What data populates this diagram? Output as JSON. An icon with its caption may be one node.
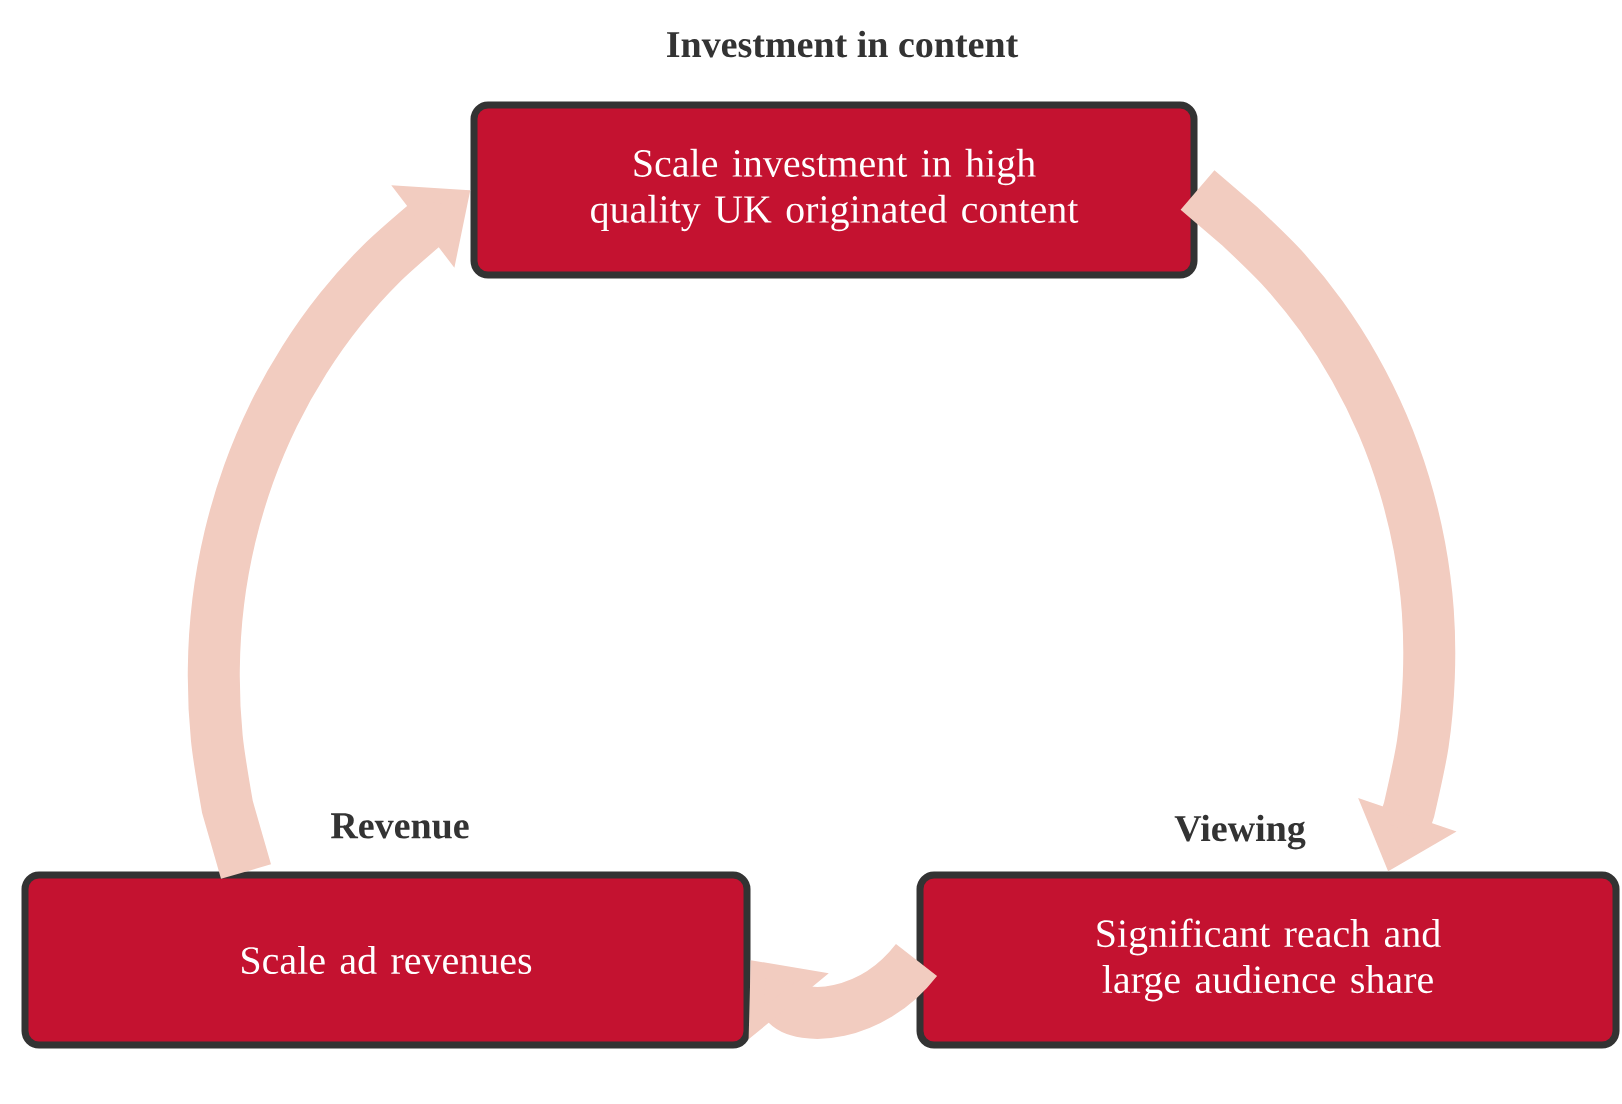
{
  "diagram": {
    "nodes": [
      {
        "text": [
          "Investment in content",
          "Scale investment in high quality UK originated content"
        ]
      },
      {
        "text": [
          "Viewing",
          "Significant reach and large audience share"
        ]
      },
      {
        "text": [
          "Revenue",
          "Scale ad revenues"
        ]
      }
    ],
    "edges": [
      {
        "from": 0,
        "to": 1,
        "arrow": "to"
      },
      {
        "from": 1,
        "to": 2,
        "arrow": "to"
      },
      {
        "from": 2,
        "to": 0,
        "arrow": "to"
      }
    ]
  }
}
